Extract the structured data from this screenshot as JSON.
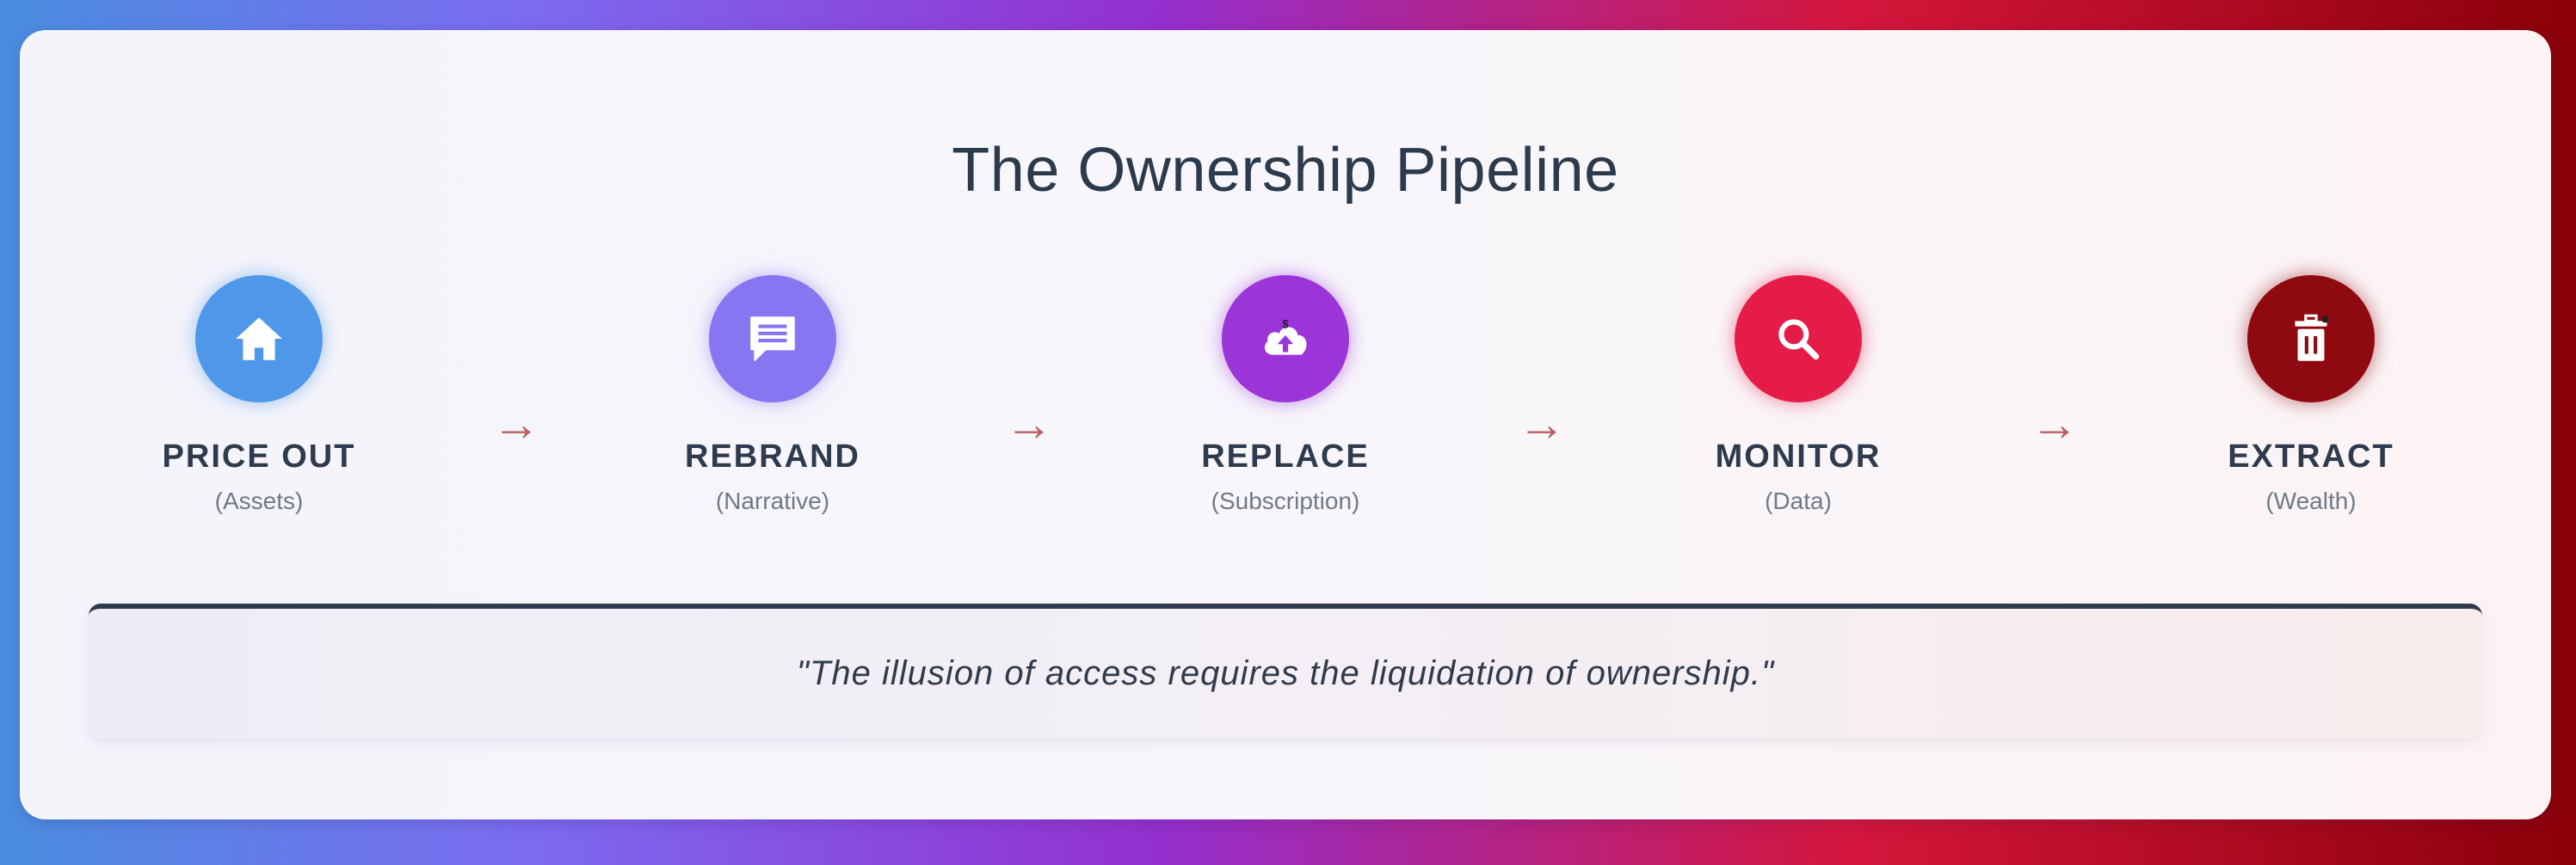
{
  "title": "The Ownership Pipeline",
  "stages": [
    {
      "label": "PRICE OUT",
      "sub": "(Assets)",
      "icon": "home-icon",
      "color": "#4f97e8"
    },
    {
      "label": "REBRAND",
      "sub": "(Narrative)",
      "icon": "message-icon",
      "color": "#8676f2"
    },
    {
      "label": "REPLACE",
      "sub": "(Subscription)",
      "icon": "cloud-upload-icon",
      "color": "#9b35d8"
    },
    {
      "label": "MONITOR",
      "sub": "(Data)",
      "icon": "search-icon",
      "color": "#e51c48"
    },
    {
      "label": "EXTRACT",
      "sub": "(Wealth)",
      "icon": "trash-icon",
      "color": "#8e0a10"
    }
  ],
  "arrow_glyph": "→",
  "quote": "\"The illusion of access requires the liquidation of ownership.\""
}
